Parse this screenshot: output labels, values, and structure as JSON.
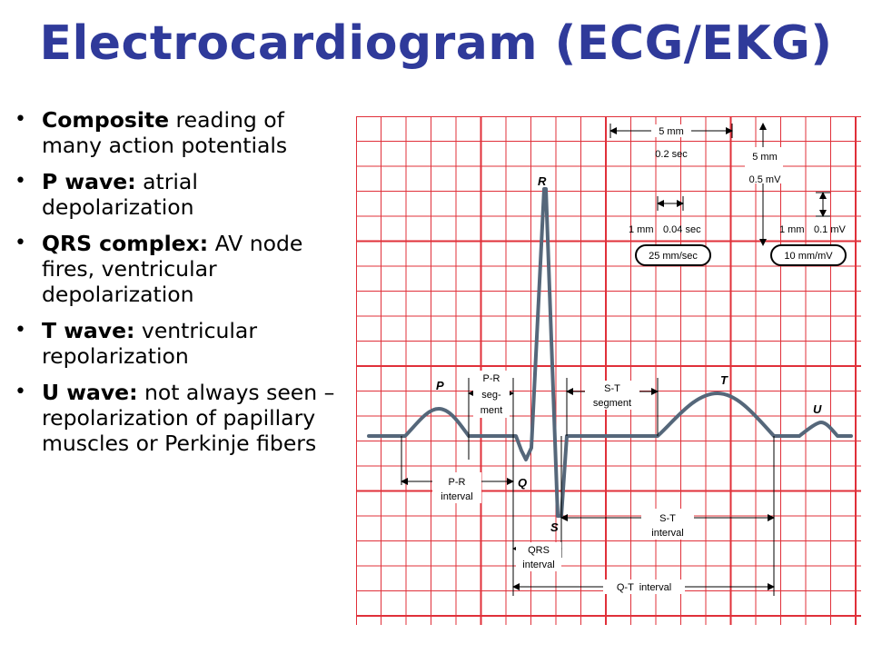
{
  "title": "Electrocardiogram (ECG/EKG)",
  "bullets": [
    {
      "term": "Composite",
      "text": " reading of many action potentials"
    },
    {
      "term": "P wave:",
      "text": " atrial depolarization"
    },
    {
      "term": "QRS complex:",
      "text": " AV node fires, ventricular depolarization"
    },
    {
      "term": "T wave:",
      "text": " ventricular repolarization"
    },
    {
      "term": "U wave:",
      "text": " not always seen – repolarization of papillary muscles or Perkinje fibers"
    }
  ],
  "diagram": {
    "wave_labels": {
      "p": "P",
      "q": "Q",
      "r": "R",
      "s": "S",
      "t": "T",
      "u": "U"
    },
    "scale": {
      "time_5mm": "5 mm",
      "time_5mm_value": "0.2 sec",
      "volt_5mm": "5 mm",
      "volt_5mm_value": "0.5 mV",
      "time_1mm": "1 mm",
      "time_1mm_value": "0.04 sec",
      "volt_1mm": "1 mm",
      "volt_1mm_value": "0.1 mV",
      "paper_speed": "25 mm/sec",
      "gain": "10 mm/mV"
    },
    "intervals": {
      "pr_segment": [
        "P-R",
        "seg-",
        "ment"
      ],
      "st_segment": [
        "S-T",
        "segment"
      ],
      "pr_interval": [
        "P-R",
        "interval"
      ],
      "st_interval": [
        "S-T",
        "interval"
      ],
      "qrs_interval": [
        "QRS",
        "interval"
      ],
      "qt_interval": "Q-T  interval"
    },
    "colors": {
      "grid": "#e0303a",
      "trace": "#55677a",
      "title": "#2f3a9a"
    }
  }
}
